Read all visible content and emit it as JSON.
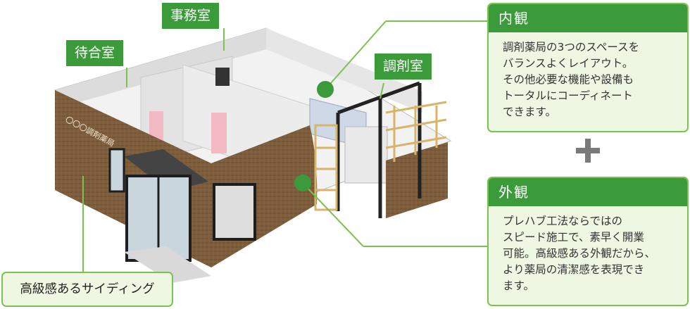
{
  "labels": {
    "office": "事務室",
    "waiting": "待合室",
    "dispensing": "調剤室",
    "store_sign": "〇〇〇調剤薬局"
  },
  "interior": {
    "title": "内観",
    "lines": [
      "調剤薬局の3つのスペースを",
      "バランスよくレイアウト。",
      "その他必要な機能や設備も",
      "トータルにコーディネート",
      "できます。"
    ]
  },
  "exterior": {
    "title": "外観",
    "lines": [
      "プレハブ工法ならではの",
      "スピード施工で、素早く開業",
      "可能。高級感ある外観だから、",
      "より薬局の清潔感を表現でき",
      "ます。"
    ]
  },
  "siding_label": "高級感あるサイディング",
  "plus_symbol": "+",
  "colors": {
    "green": "#3b9a3a",
    "light_green": "#7cc24f",
    "panel_bg": "#eef7e2",
    "wood": "#7a5a3a"
  }
}
